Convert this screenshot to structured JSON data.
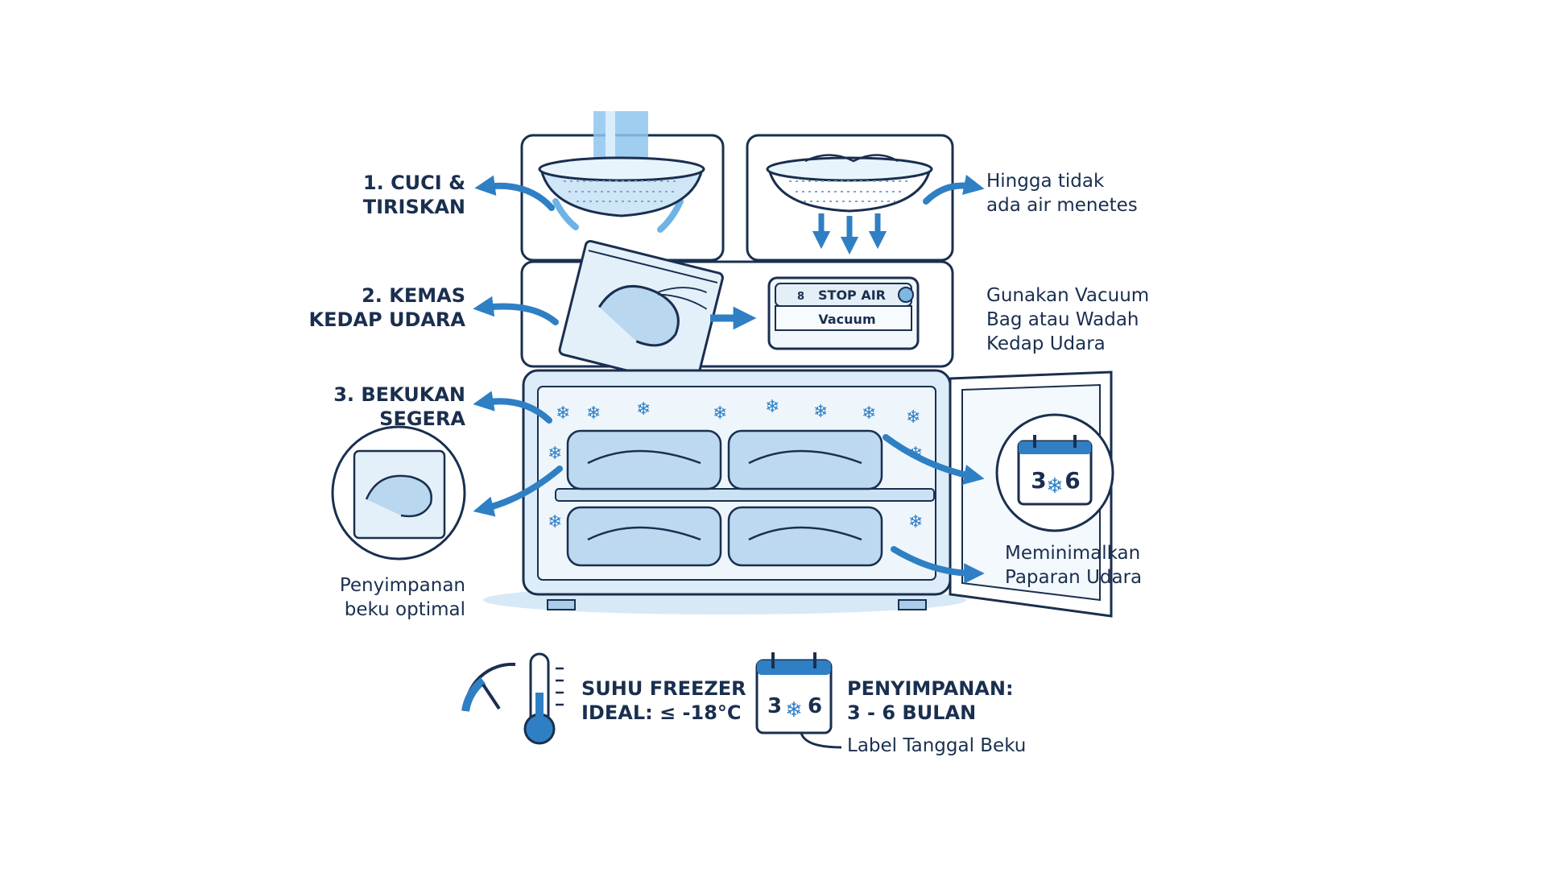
{
  "steps": [
    {
      "label": [
        "1. CUCI &",
        "TIRISKAN"
      ]
    },
    {
      "label": [
        "2. KEMAS",
        "KEDAP UDARA"
      ]
    },
    {
      "label": [
        "3. BEKUKAN",
        "SEGERA"
      ]
    }
  ],
  "notes": {
    "drain": [
      "Hingga tidak",
      "ada air menetes"
    ],
    "vacuum": [
      "Gunakan Vacuum",
      "Bag atau Wadah",
      "Kedap Udara"
    ],
    "storage": [
      "Penyimpanan",
      "beku optimal"
    ],
    "exposure": [
      "Meminimalkan",
      "Paparan Udara"
    ]
  },
  "vacuum_machine": {
    "button": "STOP AIR",
    "name": "Vacuum"
  },
  "calendar": {
    "left": "3",
    "right": "6"
  },
  "footer": {
    "temp": [
      "SUHU FREEZER",
      "IDEAL: ≤ -18°C"
    ],
    "storage": [
      "PENYIMPANAN:",
      "3 - 6 BULAN"
    ],
    "label_note": "Label Tanggal Beku"
  },
  "colors": {
    "ink": "#1a2f4f",
    "accent": "#2f7fc4",
    "light": "#dcecf8",
    "mid": "#a9cdea"
  },
  "icons": [
    "water-stream-icon",
    "colander-icon",
    "shrimp-icon",
    "vacuum-sealer-icon",
    "freezer-icon",
    "snowflake-icon",
    "calendar-icon",
    "thermometer-icon",
    "gauge-icon"
  ]
}
